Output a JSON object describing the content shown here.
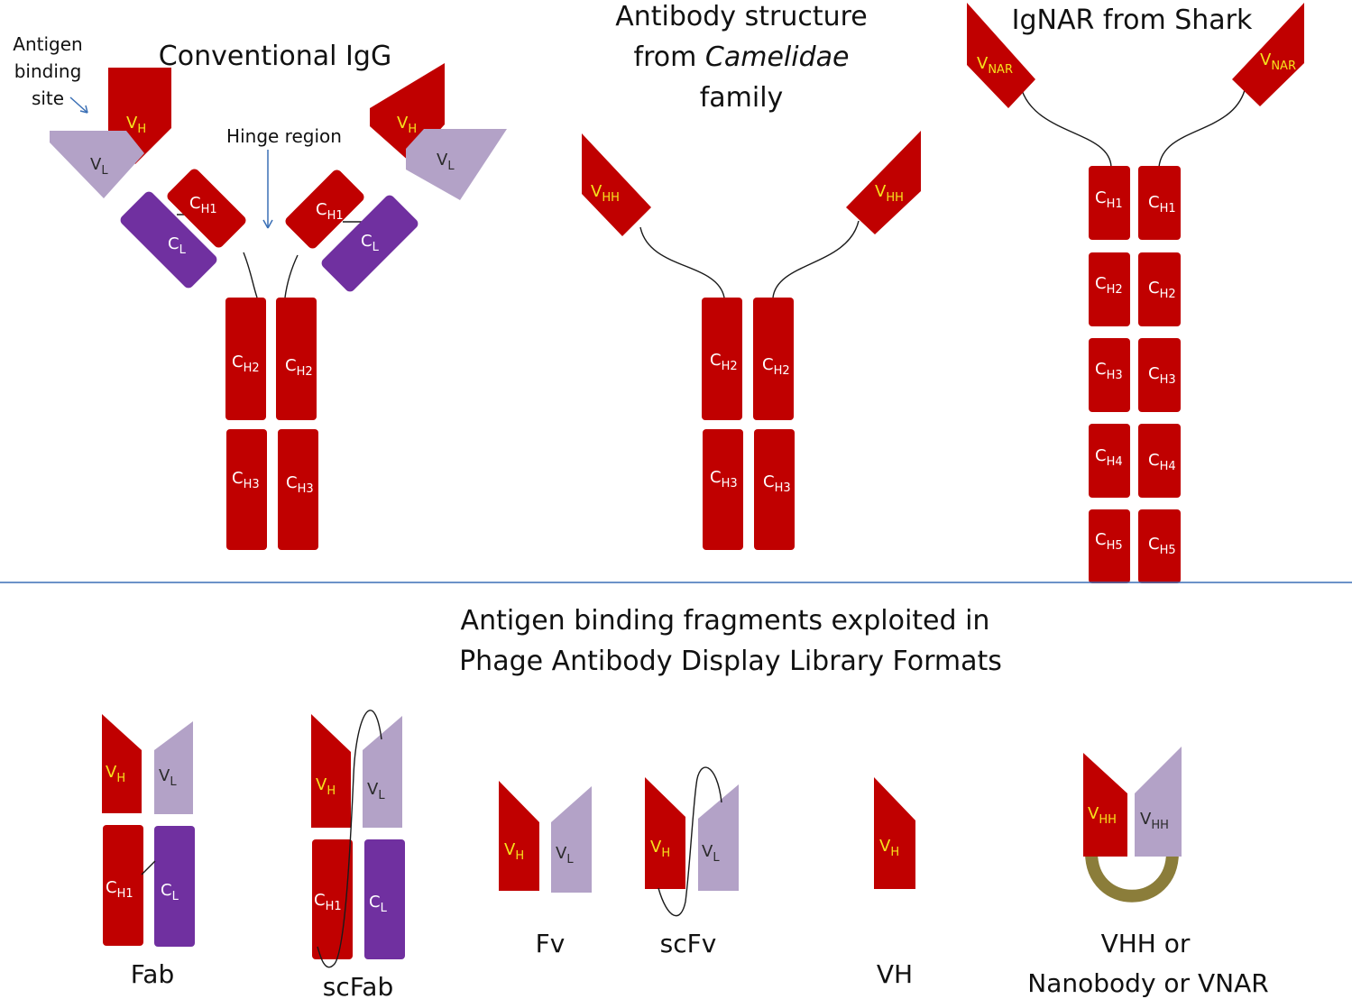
{
  "colors": {
    "heavy": "#c00000",
    "light_variable": "#b3a2c7",
    "light_constant": "#7030a0",
    "linker": "#8b7d3a",
    "divider": "#3a6fb5",
    "arrow": "#3a6fb5"
  },
  "igg": {
    "title": "Conventional IgG",
    "annotation_antigen": [
      "Antigen",
      "binding",
      "site"
    ],
    "annotation_hinge": "Hinge region"
  },
  "camelid": {
    "title_line1": "Antibody structure",
    "title_line2_pre": "from ",
    "title_line2_italic": "Camelidae",
    "title_line3": "family"
  },
  "shark": {
    "title": "IgNAR from Shark"
  },
  "fragments_heading": {
    "line1": "Antigen binding fragments exploited in",
    "line2": "Phage Antibody Display Library Formats"
  },
  "domain_labels": {
    "v": "V",
    "c": "C",
    "sub_h": "H",
    "sub_l": "L",
    "sub_hh": "HH",
    "sub_nar": "NAR",
    "sub_h1": "H1",
    "sub_h2": "H2",
    "sub_h3": "H3",
    "sub_h4": "H4",
    "sub_h5": "H5"
  },
  "fragment_names": {
    "fab": "Fab",
    "scfab": "scFab",
    "fv": "Fv",
    "scfv": "scFv",
    "vh": "VH",
    "nano_line1": "VHH or",
    "nano_line2": "Nanobody or VNAR"
  }
}
